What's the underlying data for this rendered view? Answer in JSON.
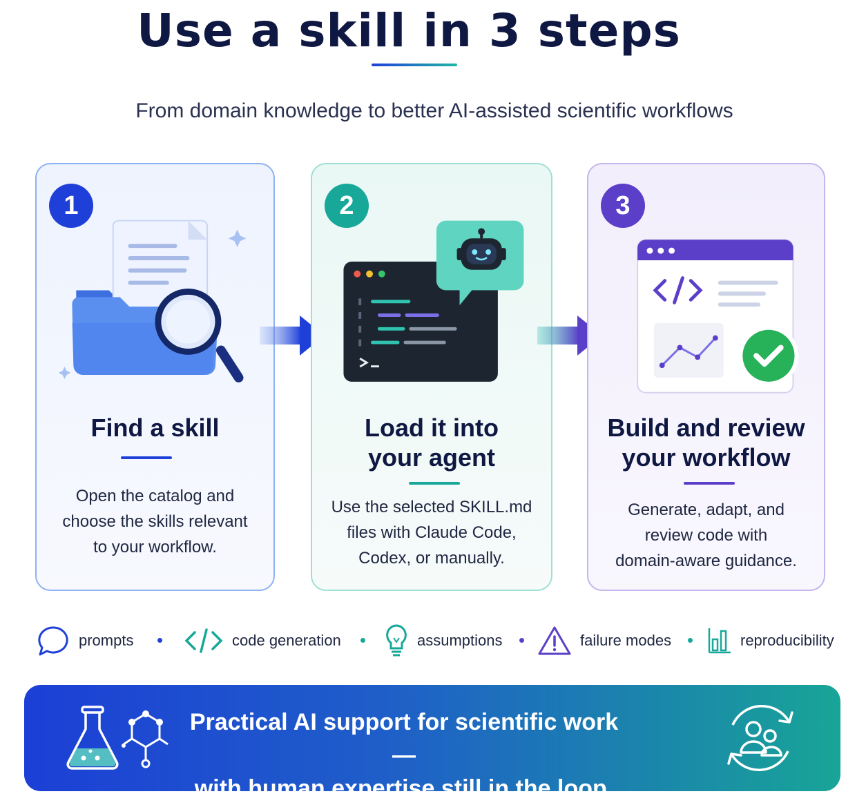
{
  "header": {
    "title": "Use a skill in 3 steps",
    "subtitle": "From domain knowledge to better AI-assisted scientific workflows"
  },
  "steps": [
    {
      "number": "1",
      "title_lines": [
        "Find a skill"
      ],
      "description_lines": [
        "Open the catalog and",
        "choose the skills relevant",
        "to your workflow."
      ],
      "accent": "#1e40d8",
      "icon": "folder-search-icon"
    },
    {
      "number": "2",
      "title_lines": [
        "Load it into",
        "your agent"
      ],
      "description_lines": [
        "Use the selected SKILL.md",
        "files with Claude Code,",
        "Codex, or manually."
      ],
      "accent": "#17a899",
      "icon": "terminal-robot-icon"
    },
    {
      "number": "3",
      "title_lines": [
        "Build and review",
        "your workflow"
      ],
      "description_lines": [
        "Generate, adapt, and",
        "review code with",
        "domain-aware guidance."
      ],
      "accent": "#5b3fc9",
      "icon": "code-chart-check-icon"
    }
  ],
  "tags": [
    {
      "label": "prompts",
      "icon": "speech-bubble-icon",
      "color": "#1e40d8"
    },
    {
      "label": "code generation",
      "icon": "code-brackets-icon",
      "color": "#17a899"
    },
    {
      "label": "assumptions",
      "icon": "lightbulb-icon",
      "color": "#17a899"
    },
    {
      "label": "failure modes",
      "icon": "warning-triangle-icon",
      "color": "#5b3fc9"
    },
    {
      "label": "reproducibility",
      "icon": "bar-chart-icon",
      "color": "#17a899"
    }
  ],
  "banner": {
    "line1": "Practical AI support for scientific work —",
    "line2": "with human expertise still in the loop.",
    "left_icons": [
      "flask-icon",
      "molecule-icon"
    ],
    "right_icon": "people-cycle-icon"
  }
}
